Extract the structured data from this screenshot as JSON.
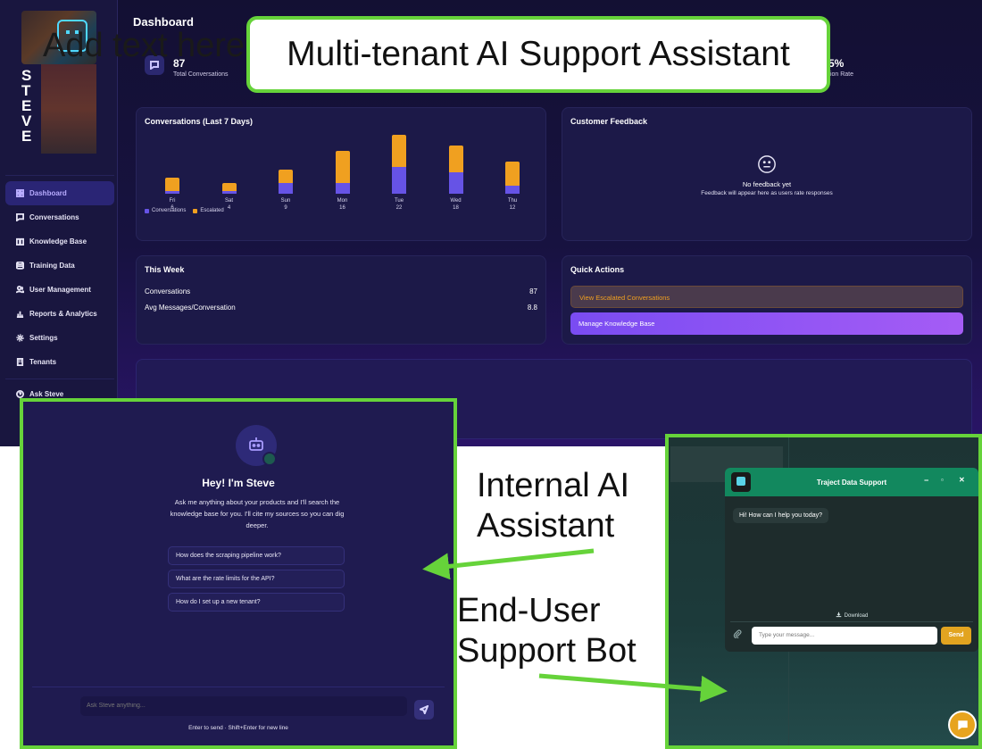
{
  "overlay_text": "Add text here",
  "callout_title": "Multi-tenant AI Support Assistant",
  "sidebar": {
    "logo_letters": [
      "S",
      "T",
      "E",
      "V",
      "E"
    ],
    "items": [
      {
        "label": "Dashboard",
        "icon": "grid-icon",
        "active": true
      },
      {
        "label": "Conversations",
        "icon": "chat-icon"
      },
      {
        "label": "Knowledge Base",
        "icon": "book-icon"
      },
      {
        "label": "Training Data",
        "icon": "database-icon"
      },
      {
        "label": "User Management",
        "icon": "users-icon"
      },
      {
        "label": "Reports & Analytics",
        "icon": "chart-icon"
      },
      {
        "label": "Settings",
        "icon": "gear-icon"
      },
      {
        "label": "Tenants",
        "icon": "building-icon"
      }
    ],
    "ask_item": {
      "label": "Ask Steve",
      "icon": "help-circle-icon"
    }
  },
  "header": {
    "title": "Dashboard"
  },
  "stats": {
    "total": {
      "value": "87",
      "label": "Total Conversations"
    },
    "rate": {
      "value": "5%",
      "label": "tion Rate"
    }
  },
  "conversations_card": {
    "title": "Conversations (Last 7 Days)"
  },
  "chart_data": {
    "type": "bar",
    "stacked": true,
    "categories": [
      "Fri",
      "Sat",
      "Sun",
      "Mon",
      "Tue",
      "Wed",
      "Thu"
    ],
    "category_values": [
      "6",
      "4",
      "9",
      "16",
      "22",
      "18",
      "12"
    ],
    "series": [
      {
        "name": "Conversations",
        "color": "#6653e6",
        "values": [
          1,
          1,
          4,
          4,
          10,
          8,
          3
        ]
      },
      {
        "name": "Escalated",
        "color": "#f0a020",
        "values": [
          5,
          3,
          5,
          12,
          12,
          10,
          9
        ]
      }
    ],
    "legend": "bottom-left",
    "grid": false
  },
  "feedback_card": {
    "title": "Customer Feedback",
    "empty_title": "No feedback yet",
    "empty_subtitle": "Feedback will appear here as users rate responses"
  },
  "week_card": {
    "title": "This Week",
    "rows": [
      {
        "label": "Conversations",
        "value": "87"
      },
      {
        "label": "Avg Messages/Conversation",
        "value": "8.8"
      }
    ]
  },
  "quick_actions": {
    "title": "Quick Actions",
    "escalated_label": "View Escalated Conversations",
    "manage_label": "Manage Knowledge Base"
  },
  "steve": {
    "title": "Hey! I'm Steve",
    "description": "Ask me anything about your products and I'll search the knowledge base for you. I'll cite my sources so you can dig deeper.",
    "suggestions": [
      "How does the scraping pipeline work?",
      "What are the rate limits for the API?",
      "How do I set up a new tenant?"
    ],
    "input_placeholder": "Ask Steve anything...",
    "hint": "Enter to send · Shift+Enter for new line"
  },
  "bot": {
    "title": "Traject Data Support",
    "greeting": "Hi! How can I help you today?",
    "download_label": "Download",
    "input_placeholder": "Type your message...",
    "send_label": "Send",
    "controls": [
      "−",
      "▫",
      "✕"
    ]
  },
  "annotations": {
    "internal_label": "Internal AI Assistant",
    "enduser_label": "End-User Support Bot"
  },
  "colors": {
    "accent": "#6653e6",
    "escalated": "#f0a020",
    "callout_border": "#66d33a",
    "bot_header": "#12885e"
  }
}
